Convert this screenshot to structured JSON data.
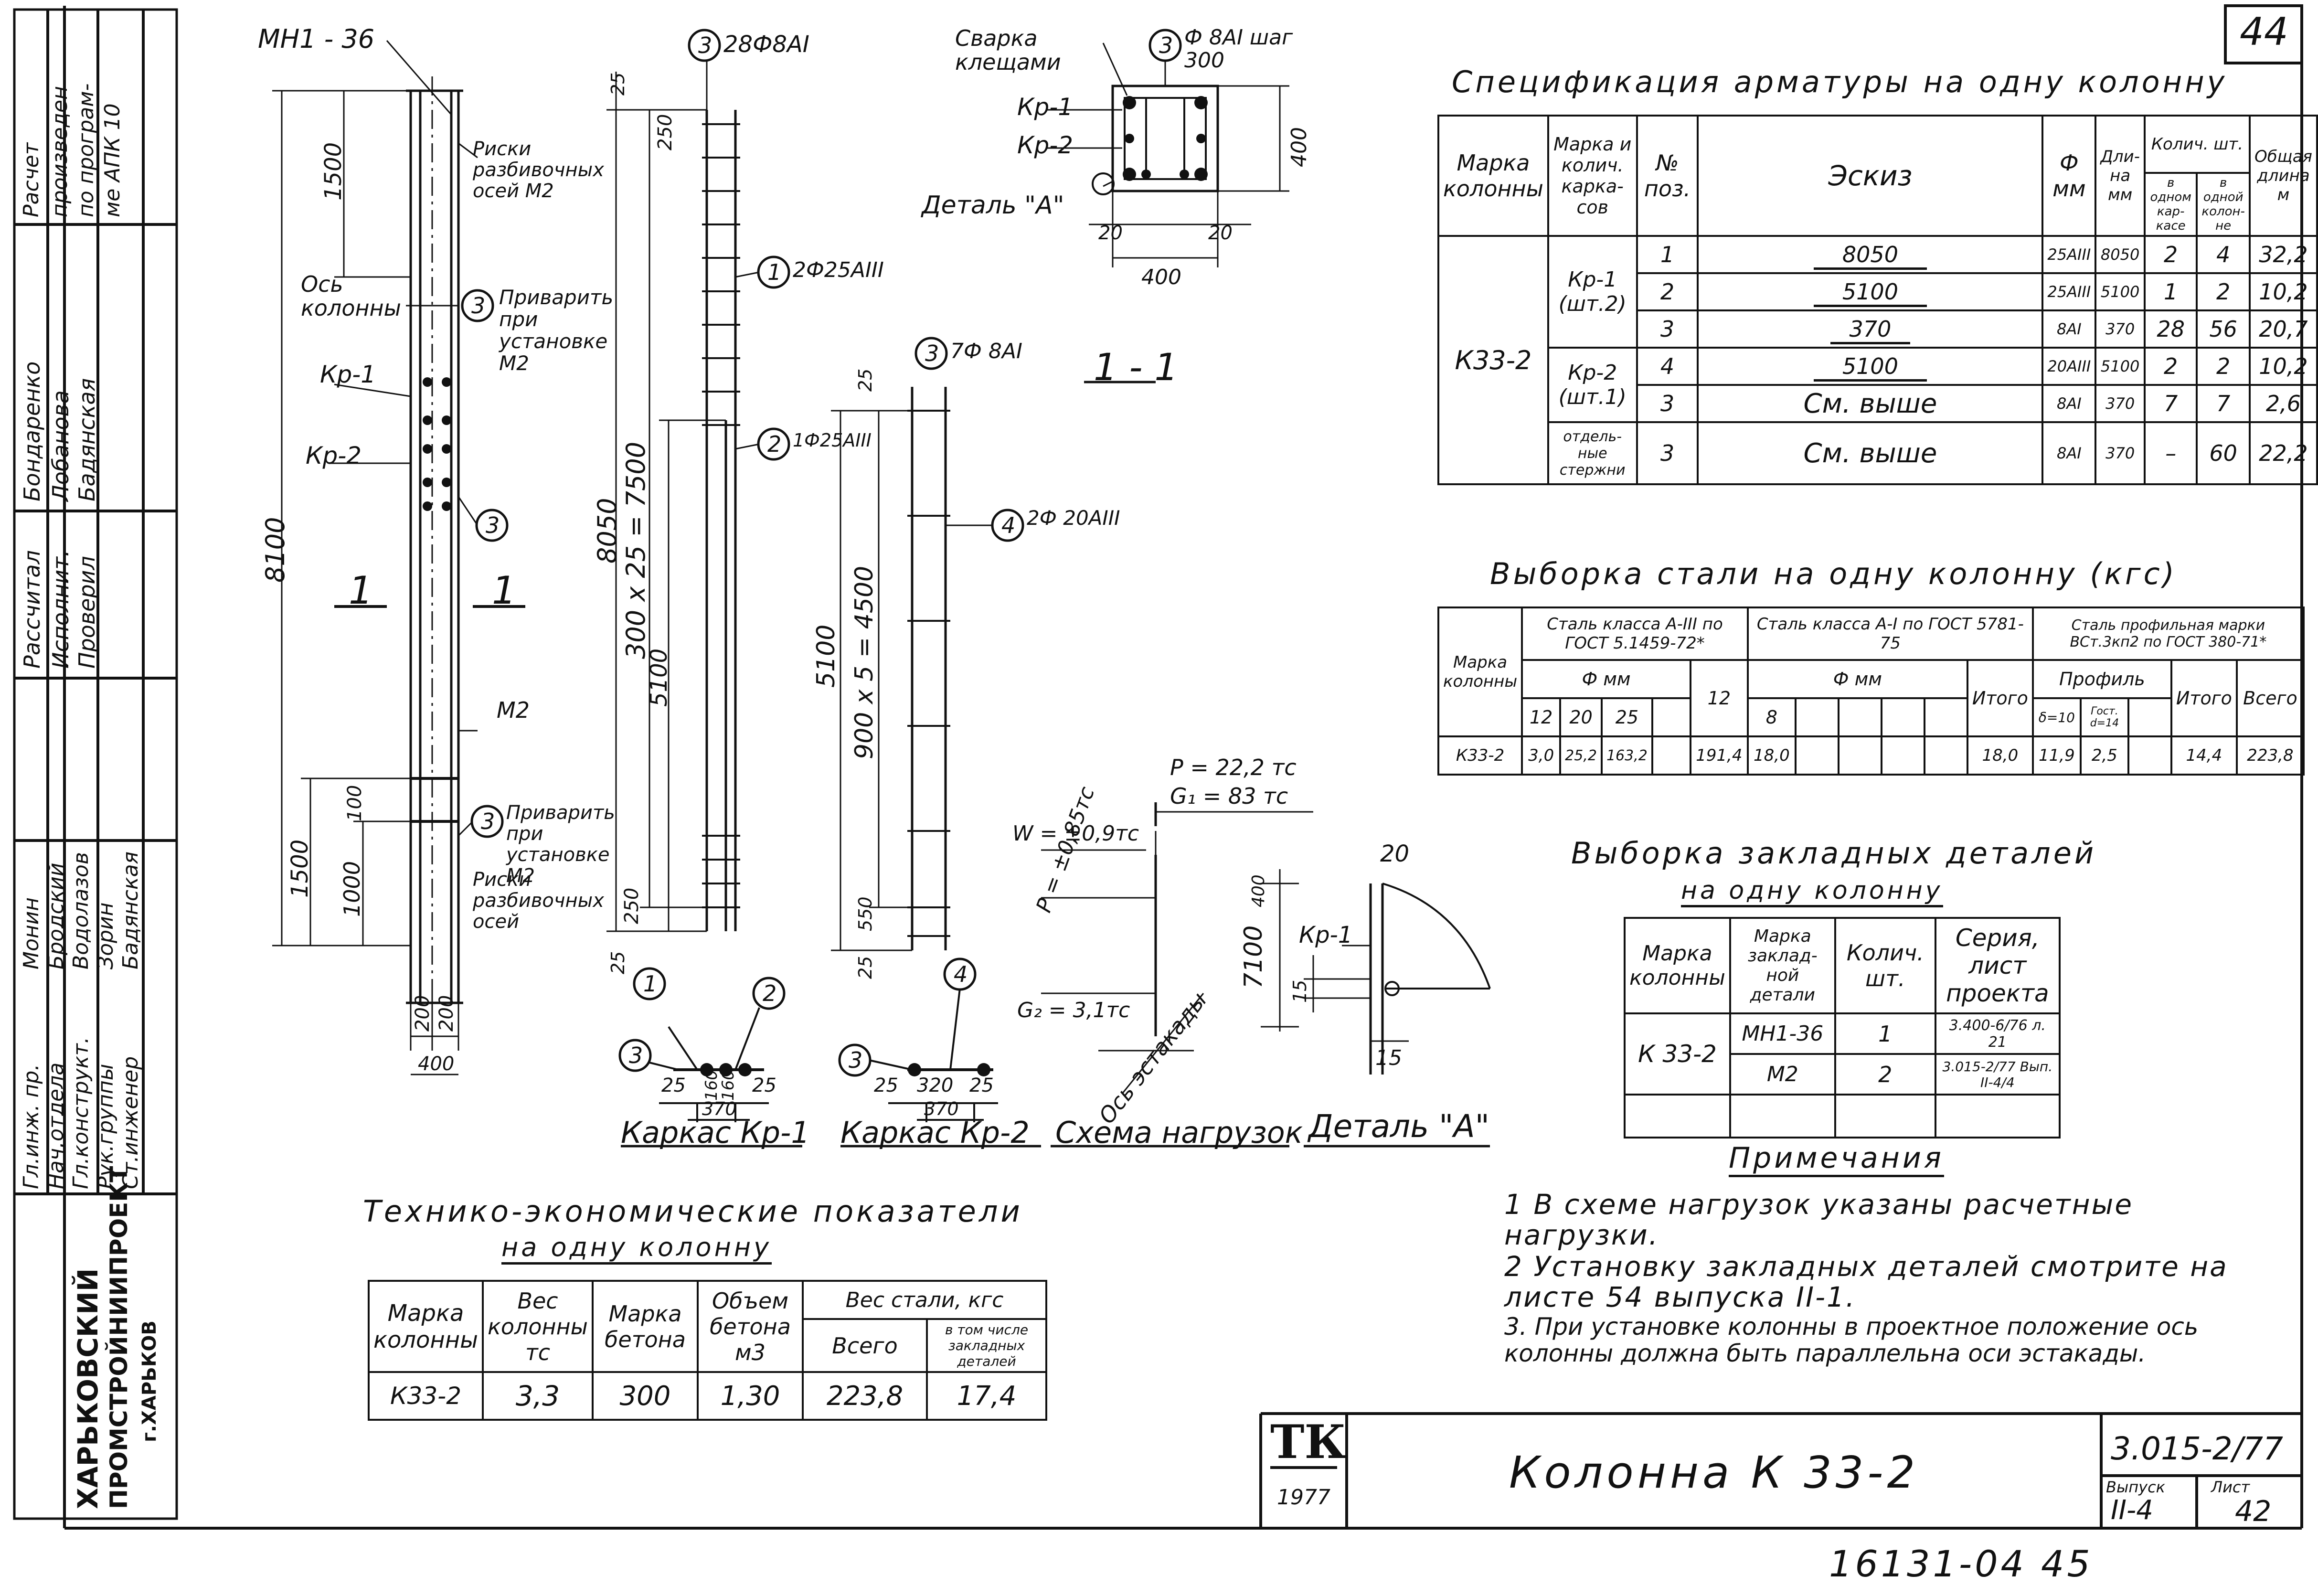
{
  "sheet": {
    "sheet_no_top": "44",
    "title": "Колонна К 33-2",
    "series": "3.015-2/77",
    "issue_label": "Выпуск",
    "issue": "II-4",
    "sheet_label": "Лист",
    "sheet": "42",
    "archive_no": "16131-04 45",
    "tk_logo": "ТК",
    "tk_year": "1977"
  },
  "org": {
    "line1": "ХАРЬКОВСКИЙ",
    "line2": "ПРОМСТРОЙНИИПРОЕКТ",
    "line3": "г.ХАРЬКОВ"
  },
  "stamp": {
    "top_note": [
      "Расчет",
      "произведен",
      "по програм-",
      "ме АПК 10"
    ],
    "roles_a": [
      "Рассчитал",
      "Исполнит.",
      "Проверил"
    ],
    "names_a": [
      "Бондаренко",
      "Лобанова",
      "Бадянская"
    ],
    "roles_b": [
      "Гл.инж. пр.",
      "Нач.отдела",
      "Гл.конструкт.",
      "Рук.группы",
      "Ст.инженер"
    ],
    "names_b": [
      "Монин",
      "Бродский",
      "Водолазов",
      "Зорин",
      "Бадянская"
    ]
  },
  "drawing": {
    "mn_label": "МН1 - 36",
    "marks_risk": "Риски разбивочных осей М2",
    "axis_col": "Ось колонны",
    "weld_m2_top": "Приварить при установке М2",
    "weld_m2_bot": "Приварить при установке М2",
    "risk_bot": "Риски разбивочных осей",
    "kp1": "Кр-1",
    "kp2": "Кр-2",
    "m2": "М2",
    "sec_1": "1",
    "dim_8100": "8100",
    "dim_1500_top": "1500",
    "dim_1500_bot": "1500",
    "dim_1000": "1000",
    "dim_100": "100",
    "dim_200a": "200",
    "dim_200b": "200",
    "dim_400": "400",
    "r3_label": "28Ф8АI",
    "r1_label": "2Ф25АIII",
    "r2_label": "1Ф25АIII",
    "r3b_label": "7Ф 8АI",
    "r4_label": "2Ф 20АIII",
    "dim_8050": "8050",
    "dim_300x25": "300 х 25 = 7500",
    "dim_5100a": "5100",
    "dim_250a": "250",
    "dim_250b": "250",
    "dim_25a": "25",
    "dim_25b": "25",
    "dim_5100b": "5100",
    "dim_900x5": "900 х 5 = 4500",
    "dim_550": "550",
    "dim_25c": "25",
    "dim_25d": "25",
    "weld_pl": "Сварка клещами",
    "stirrup": "Ф 8АI шаг 300",
    "detail_a": "Деталь \"А\"",
    "sec11": "1 - 1",
    "d20a": "20",
    "d20b": "20",
    "d400": "400",
    "d400v": "400",
    "kp1_25a": "25",
    "kp1_160a": "160",
    "kp1_160b": "160",
    "kp1_25b": "25",
    "kp1_370": "370",
    "kp2_25a": "25",
    "kp2_320": "320",
    "kp2_25b": "25",
    "kp2_370": "370",
    "cap_kp1": "Каркас Кр-1",
    "cap_kp2": "Каркас Кр-2",
    "cap_scheme": "Схема нагрузок",
    "cap_detail": "Деталь \"А\"",
    "load_P": "Р = 22,2 тс",
    "load_G1": "G₁ = 83 тс",
    "load_W": "W = ±0,9тс",
    "load_P2": "Р = ±0,85тс",
    "load_G2": "G₂ = 3,1тс",
    "dim_7100": "7100",
    "dim_400s": "400",
    "axis_est": "Ось эстакады",
    "det_20": "20",
    "det_15a": "15",
    "det_15b": "15",
    "det_kp1": "Кр-1",
    "c1": "1",
    "c2": "2",
    "c3": "3",
    "c4": "4"
  },
  "spec": {
    "title": "Спецификация арматуры на одну колонну",
    "headers": {
      "mark": "Марка колонны",
      "frame": "Марка и колич. карка- сов",
      "pos": "№ поз.",
      "sketch": "Эскиз",
      "dia": "Ф мм",
      "len": "Дли- на мм",
      "qty": "Колич. шт.",
      "qty_frame": "в одном кар- касе",
      "qty_col": "в одной колон- не",
      "total": "Общая длина м"
    },
    "col_mark": "К33-2",
    "frame1": "Кр-1 (шт.2)",
    "frame2": "Кр-2 (шт.1)",
    "frame3": "отдель- ные стержни",
    "rows": [
      {
        "pos": "1",
        "sketch": "8050",
        "dia": "25АIII",
        "len": "8050",
        "q1": "2",
        "q2": "4",
        "tot": "32,2"
      },
      {
        "pos": "2",
        "sketch": "5100",
        "dia": "25АIII",
        "len": "5100",
        "q1": "1",
        "q2": "2",
        "tot": "10,2"
      },
      {
        "pos": "3",
        "sketch": "370",
        "dia": "8АI",
        "len": "370",
        "q1": "28",
        "q2": "56",
        "tot": "20,7"
      },
      {
        "pos": "4",
        "sketch": "5100",
        "dia": "20АIII",
        "len": "5100",
        "q1": "2",
        "q2": "2",
        "tot": "10,2"
      },
      {
        "pos": "3",
        "sketch": "См. выше",
        "dia": "8АI",
        "len": "370",
        "q1": "7",
        "q2": "7",
        "tot": "2,6"
      },
      {
        "pos": "3",
        "sketch": "См. выше",
        "dia": "8АI",
        "len": "370",
        "q1": "–",
        "q2": "60",
        "tot": "22,2"
      }
    ]
  },
  "steel": {
    "title": "Выборка стали на одну колонну (кгс)",
    "h_mark": "Марка колонны",
    "h_a3": "Сталь класса А-III по ГОСТ 5.1459-72*",
    "h_a1": "Сталь класса А-I по ГОСТ 5781-75",
    "h_prof": "Сталь профильная марки ВСт.3кп2 по ГОСТ 380-71*",
    "h_dia1": "Ф мм",
    "h_dia2": "Ф мм",
    "h_prof2": "Профиль",
    "d12": "12",
    "d20": "20",
    "d25": "25",
    "itogo1": "Итого",
    "d8": "8",
    "itogo2": "Итого",
    "p1": "δ=10",
    "p2": "Гост. d=14",
    "itogo3": "Итого",
    "vsego": "Всего",
    "row": {
      "mark": "К33-2",
      "v12": "3,0",
      "v20": "25,2",
      "v25": "163,2",
      "it1": "191,4",
      "v8": "18,0",
      "it2": "18,0",
      "p1": "11,9",
      "p2": "2,5",
      "it3": "14,4",
      "all": "223,8"
    }
  },
  "embed": {
    "title1": "Выборка закладных деталей",
    "title2": "на одну колонну",
    "h_mark": "Марка колонны",
    "h_part": "Марка заклад- ной детали",
    "h_qty": "Колич. шт.",
    "h_ser": "Серия, лист проекта",
    "mark": "К 33-2",
    "rows": [
      {
        "part": "МН1-36",
        "qty": "1",
        "ser": "3.400-6/76 л. 21"
      },
      {
        "part": "М2",
        "qty": "2",
        "ser": "3.015-2/77 Вып. II-4/4"
      }
    ]
  },
  "notes": {
    "title": "Примечания",
    "items": [
      "1 В схеме нагрузок указаны расчетные нагрузки.",
      "2 Установку закладных деталей смотрите на листе 54 выпуска II-1.",
      "3. При установке колонны в проектное положение ось колонны должна быть параллельна оси эстакады."
    ]
  },
  "tep": {
    "title1": "Технико-экономические показатели",
    "title2": "на одну колонну",
    "h_mark": "Марка колонны",
    "h_w": "Вес колонны тс",
    "h_conc": "Марка бетона",
    "h_vol": "Объем бетона м3",
    "h_steel": "Вес стали, кгс",
    "h_all": "Всего",
    "h_emb": "в том числе закладных деталей",
    "row": {
      "mark": "К33-2",
      "w": "3,3",
      "conc": "300",
      "vol": "1,30",
      "all": "223,8",
      "emb": "17,4"
    }
  }
}
